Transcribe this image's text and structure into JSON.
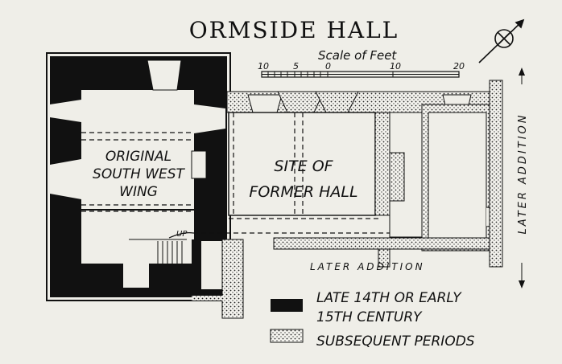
{
  "title": "ORMSIDE HALL",
  "scale": {
    "caption": "Scale of Feet",
    "ticks": [
      "10",
      "5",
      "0",
      "10",
      "20"
    ]
  },
  "rooms": {
    "original_line1": "ORIGINAL",
    "original_line2": "SOUTH WEST",
    "original_line3": "WING",
    "site_line1": "SITE OF",
    "site_line2": "FORMER HALL",
    "up": "UP"
  },
  "additions": {
    "bottom": "LATER        ADDITION",
    "side": "LATER   ADDITION"
  },
  "legend": {
    "solid_line1": "LATE 14TH OR EARLY",
    "solid_line2": "15TH CENTURY",
    "dotted": "SUBSEQUENT PERIODS"
  },
  "colors": {
    "ink": "#111111",
    "paper": "#efeee8"
  },
  "icons": [
    "compass-icon"
  ]
}
